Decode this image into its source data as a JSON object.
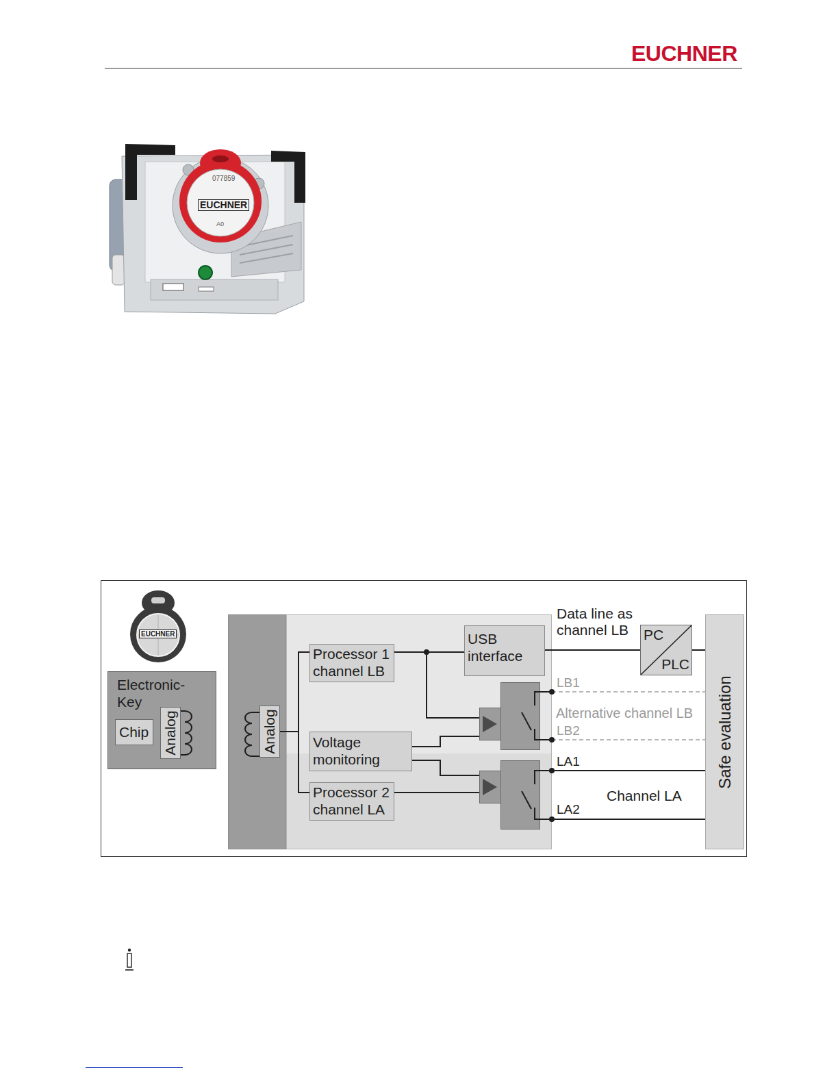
{
  "diagram": {
    "nodes": [
      {
        "text": [
          "Electronic-Key"
        ]
      },
      {
        "text": [
          "Chip"
        ],
        "in": 0
      },
      {
        "text": [
          "Analog"
        ],
        "in": 0
      },
      {
        "text": [
          "Analog"
        ]
      },
      {
        "text": [
          "Processor 1 channel LB"
        ]
      },
      {
        "text": [
          "USB interface"
        ]
      },
      {
        "text": [
          "Voltage monitoring"
        ]
      },
      {
        "text": [
          "Processor 2 channel LA"
        ]
      },
      {
        "text": [
          "PC",
          "PLC"
        ]
      },
      {
        "text": [
          "Safe evaluation"
        ]
      }
    ],
    "edges": [
      {
        "from": 3,
        "to": 4,
        "arrow": "none"
      },
      {
        "from": 3,
        "to": 7,
        "arrow": "none"
      },
      {
        "from": 4,
        "to": 5,
        "arrow": "none"
      },
      {
        "from": 5,
        "to": 8,
        "label": "Data line as channel LB",
        "arrow": "none"
      },
      {
        "from": 8,
        "to": 9,
        "arrow": "none"
      }
    ],
    "labels": [
      "EUCHNER",
      "077859",
      "EUCHNER",
      "A0",
      "EUCHNER",
      "LB1",
      "Alternative channel LB",
      "LB2",
      "LA1",
      "Channel LA",
      "LA2"
    ]
  }
}
